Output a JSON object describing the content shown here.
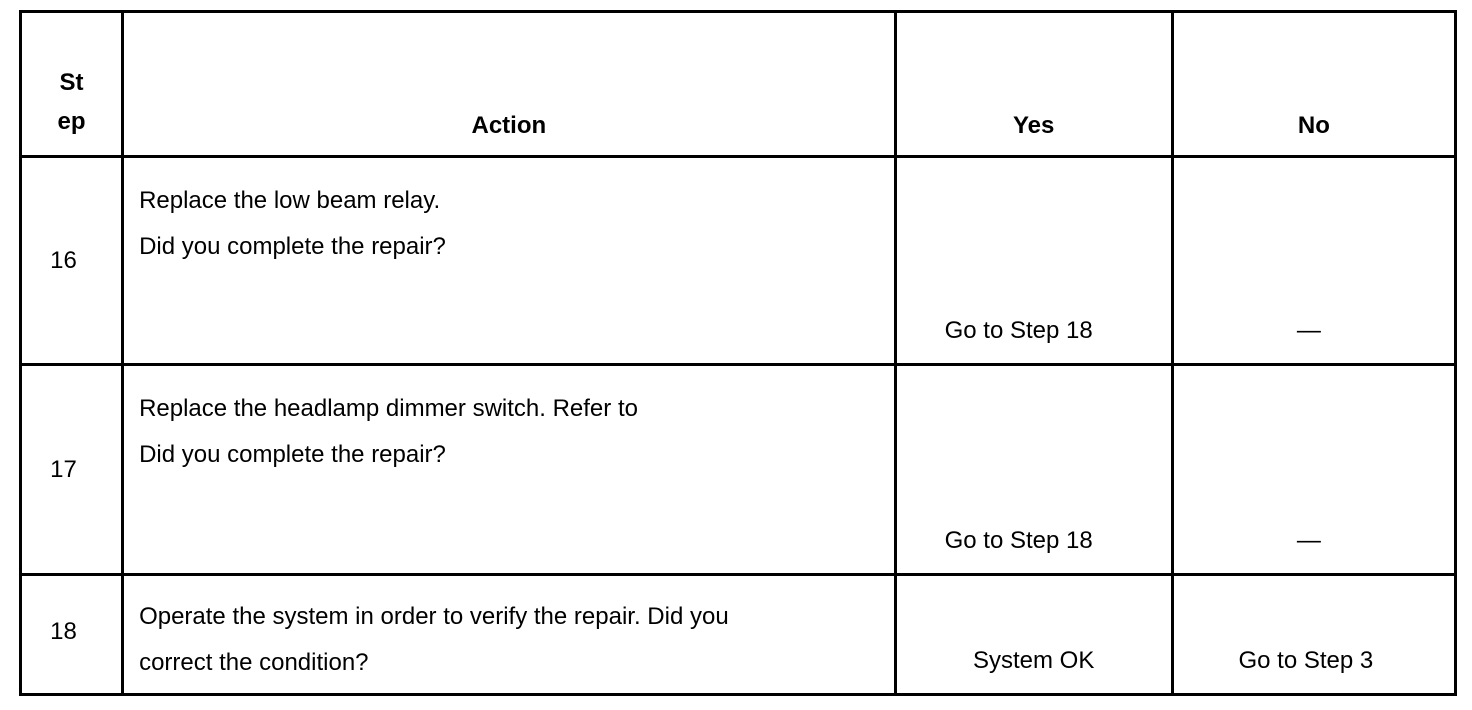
{
  "table": {
    "headers": {
      "step": "St\nep",
      "step_line1": "St",
      "step_line2": "ep",
      "action": "Action",
      "yes": "Yes",
      "no": "No"
    },
    "rows": [
      {
        "step": "16",
        "action_lines": [
          "Replace the low beam relay.",
          "Did you complete the repair?"
        ],
        "yes": "Go to Step 18",
        "no": "—"
      },
      {
        "step": "17",
        "action_lines": [
          "Replace the headlamp dimmer switch. Refer to",
          "Did you complete the repair?"
        ],
        "yes": "Go to Step 18",
        "no": "—"
      },
      {
        "step": "18",
        "action_lines": [
          "Operate the system in order to verify the repair. Did you",
          "correct the condition?"
        ],
        "yes": "System OK",
        "no": "Go to Step 3"
      }
    ]
  }
}
